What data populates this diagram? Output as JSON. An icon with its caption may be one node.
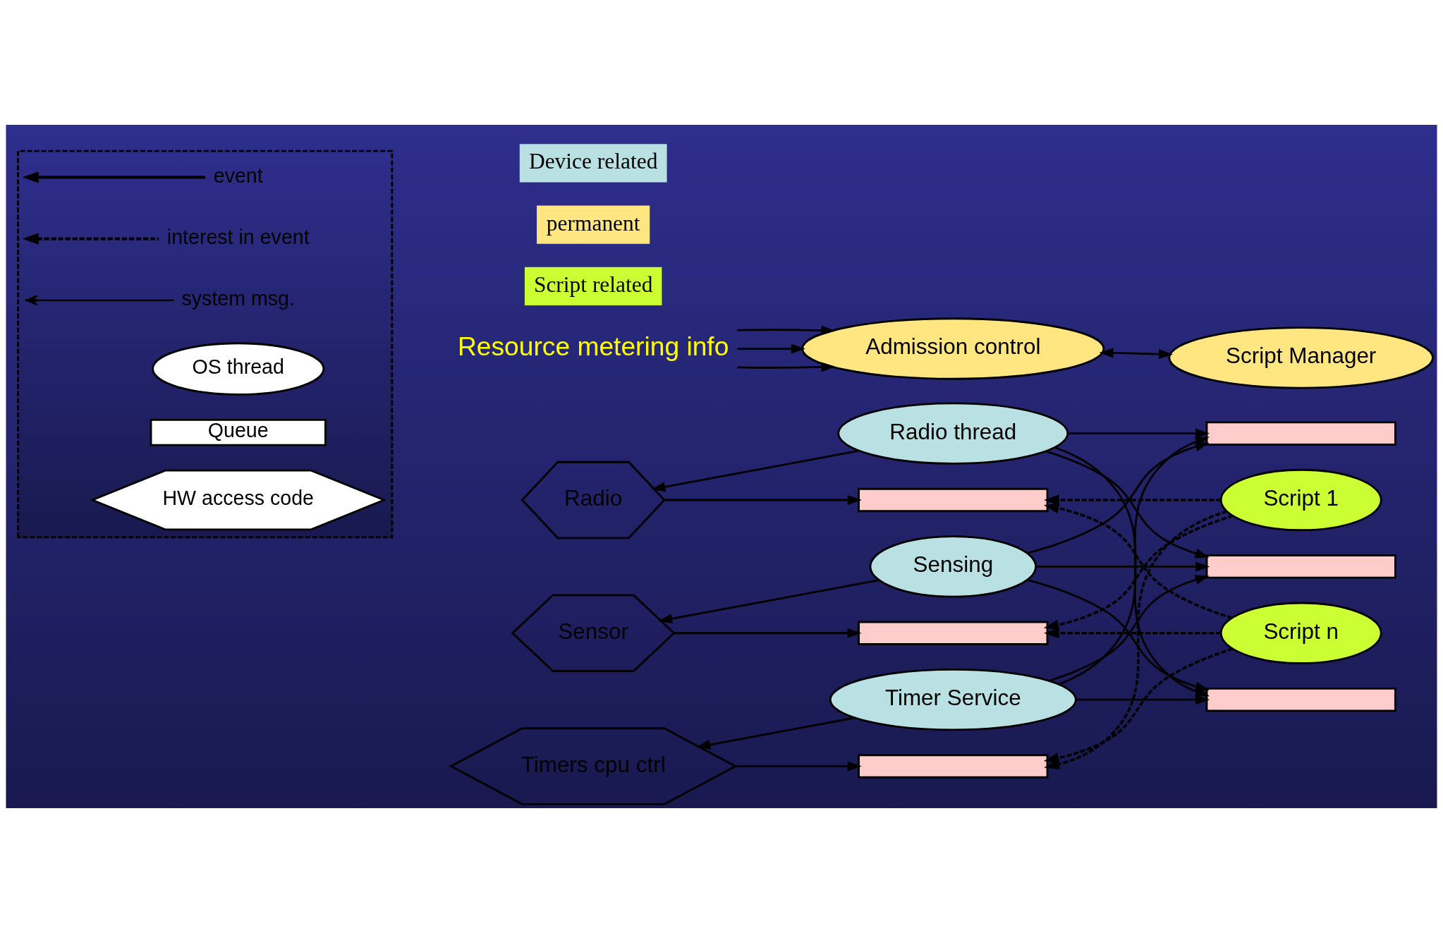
{
  "diagram": {
    "nodes": [
      {
        "text": [
          "Resource metering info"
        ]
      },
      {
        "text": [
          "Admission control"
        ]
      },
      {
        "text": [
          "Script Manager"
        ]
      },
      {
        "text": [],
        "shape": "bar"
      },
      {
        "text": [
          "Radio"
        ]
      },
      {
        "text": [
          "Radio thread"
        ]
      },
      {
        "text": [],
        "shape": "bar"
      },
      {
        "text": [
          "Script 1"
        ]
      },
      {
        "text": [],
        "shape": "bar"
      },
      {
        "text": [
          "Sensor"
        ]
      },
      {
        "text": [
          "Sensing"
        ]
      },
      {
        "text": [],
        "shape": "bar"
      },
      {
        "text": [
          "Script n"
        ]
      },
      {
        "text": [],
        "shape": "bar"
      },
      {
        "text": [
          "Timers cpu ctrl"
        ]
      },
      {
        "text": [
          "Timer Service"
        ]
      },
      {
        "text": [],
        "shape": "bar"
      },
      {
        "text": [],
        "shape": "box"
      }
    ],
    "edges": [
      {
        "from": 0,
        "to": 1,
        "arrow": "to"
      },
      {
        "from": 0,
        "to": 1,
        "arrow": "to"
      },
      {
        "from": 0,
        "to": 1,
        "arrow": "to"
      },
      {
        "from": 1,
        "to": 2,
        "arrow": "both"
      },
      {
        "from": 5,
        "to": 4,
        "arrow": "to"
      },
      {
        "from": 4,
        "to": 6,
        "arrow": "to"
      },
      {
        "from": 10,
        "to": 9,
        "arrow": "to"
      },
      {
        "from": 9,
        "to": 11,
        "arrow": "to"
      },
      {
        "from": 15,
        "to": 14,
        "arrow": "to"
      },
      {
        "from": 14,
        "to": 16,
        "arrow": "to"
      },
      {
        "from": 5,
        "to": 3,
        "arrow": "to"
      },
      {
        "from": 5,
        "to": 8,
        "arrow": "to"
      },
      {
        "from": 5,
        "to": 13,
        "arrow": "to"
      },
      {
        "from": 10,
        "to": 3,
        "arrow": "to"
      },
      {
        "from": 10,
        "to": 8,
        "arrow": "to"
      },
      {
        "from": 10,
        "to": 13,
        "arrow": "to"
      },
      {
        "from": 15,
        "to": 3,
        "arrow": "to"
      },
      {
        "from": 15,
        "to": 8,
        "arrow": "to"
      },
      {
        "from": 15,
        "to": 13,
        "arrow": "to"
      },
      {
        "from": 7,
        "to": 6,
        "arrow": "to",
        "style": "dashed"
      },
      {
        "from": 7,
        "to": 11,
        "arrow": "to",
        "style": "dashed"
      },
      {
        "from": 7,
        "to": 16,
        "arrow": "to",
        "style": "dashed"
      },
      {
        "from": 12,
        "to": 6,
        "arrow": "to",
        "style": "dashed"
      },
      {
        "from": 12,
        "to": 11,
        "arrow": "to",
        "style": "dashed"
      },
      {
        "from": 12,
        "to": 16,
        "arrow": "to",
        "style": "dashed"
      }
    ],
    "legend": [
      {
        "text": "Device related",
        "color": "#b9e0e3"
      },
      {
        "text": "permanent",
        "color": "#ffe680"
      },
      {
        "text": "Script related",
        "color": "#ccff33"
      },
      {
        "text": "event"
      },
      {
        "text": "interest in event"
      },
      {
        "text": "system msg."
      },
      {
        "text": "OS thread"
      },
      {
        "text": "Queue"
      },
      {
        "text": "HW access code"
      }
    ]
  }
}
